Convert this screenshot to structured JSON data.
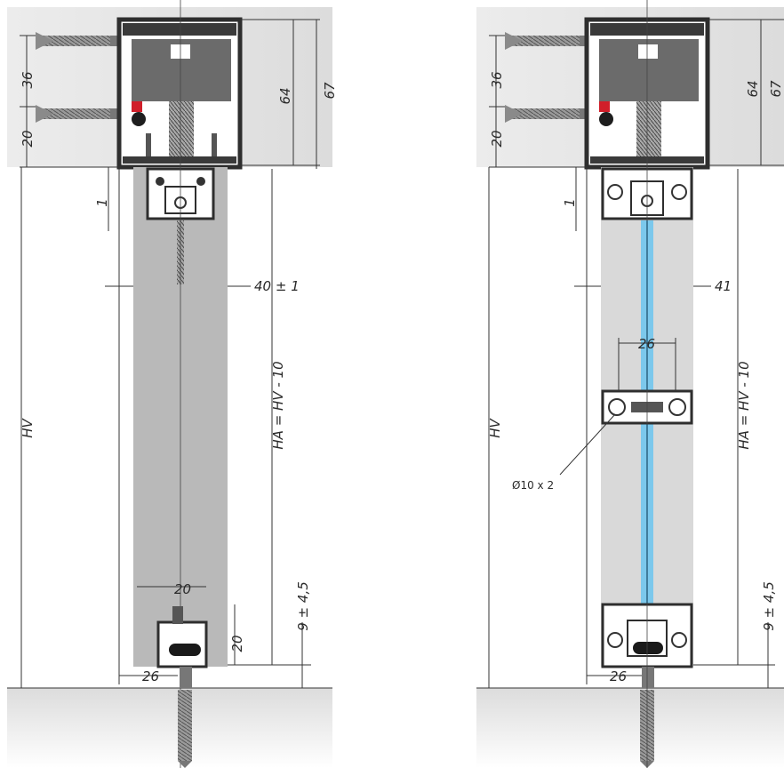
{
  "left": {
    "dims": {
      "d36": "36",
      "d20": "20",
      "d64": "64",
      "d67": "67",
      "d1": "1",
      "width": "40 ± 1",
      "hv": "HV",
      "ha": "HA = HV - 10",
      "guide20w": "20",
      "guide20h": "20",
      "clear": "9 ± 4,5",
      "offset": "26"
    }
  },
  "right": {
    "dims": {
      "d36": "36",
      "d20": "20",
      "d64": "64",
      "d67": "67",
      "d1": "1",
      "width": "41",
      "hv": "HV",
      "ha": "HA = HV - 10",
      "mid26": "26",
      "hole": "Ø10 x 2",
      "clear": "9 ± 4,5",
      "offset": "26"
    }
  },
  "colors": {
    "wall": "#e4e4e4",
    "floor": "#e8e8e8",
    "panel": "#b9b9b9",
    "glass_frame": "#d9d9d9",
    "glass": "#7cc8ec",
    "profile": "#2e2e2e",
    "accent": "#d01f2a"
  }
}
